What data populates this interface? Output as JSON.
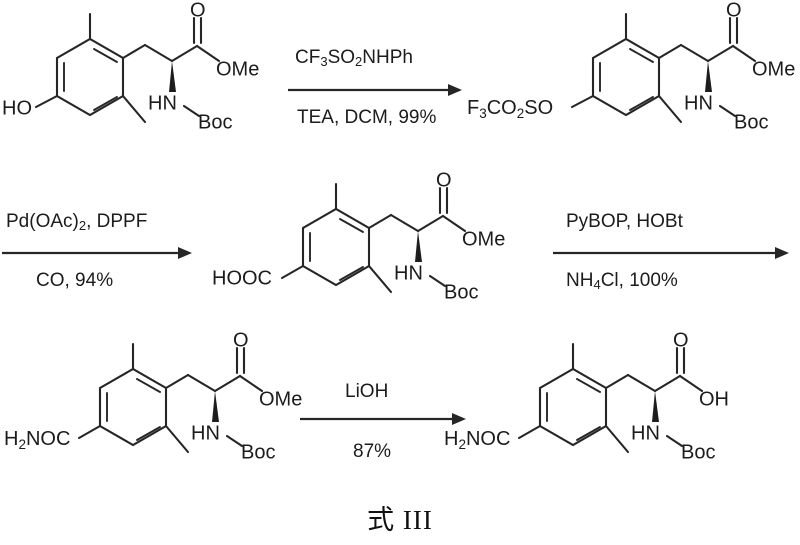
{
  "figure": {
    "kind": "chemical-reaction-scheme",
    "caption": "式 III",
    "background_color": "#ffffff",
    "line_color": "#262626"
  },
  "structures": {
    "s1": {
      "name": "Boc-2,6-dimethyl-tyrosine methyl ester",
      "ring_substituent": "HO",
      "ester": "OMe",
      "carbonyl": "O",
      "amine": "HN",
      "protecting_group": "Boc",
      "methyls": 2
    },
    "s2": {
      "name": "aryl triflate ester",
      "ring_substituent": "F3CO2SO",
      "ring_substituent_parts": [
        "F",
        "3",
        "CO",
        "2",
        "SO"
      ],
      "ester": "OMe",
      "carbonyl": "O",
      "amine": "HN",
      "protecting_group": "Boc",
      "methyls": 2
    },
    "s3": {
      "name": "benzoic acid intermediate",
      "ring_substituent": "HOOC",
      "ester": "OMe",
      "carbonyl": "O",
      "amine": "HN",
      "protecting_group": "Boc",
      "methyls": 2
    },
    "s4": {
      "name": "primary benzamide methyl ester",
      "ring_substituent": "H2NOC",
      "ring_substituent_parts": [
        "H",
        "2",
        "NOC"
      ],
      "ester": "OMe",
      "carbonyl": "O",
      "amine": "HN",
      "protecting_group": "Boc",
      "methyls": 2
    },
    "s5": {
      "name": "final carboxylic acid product",
      "ring_substituent": "H2NOC",
      "ring_substituent_parts": [
        "H",
        "2",
        "NOC"
      ],
      "ester": "OH",
      "carbonyl": "O",
      "amine": "HN",
      "protecting_group": "Boc",
      "methyls": 2
    }
  },
  "reactions": [
    {
      "id": "r1",
      "reagents_above": "CF3SO2NHPh",
      "reagents_above_parts": [
        "CF",
        "3",
        "SO",
        "2",
        "NHPh"
      ],
      "conditions_below": "TEA, DCM, 99%",
      "yield": "99%"
    },
    {
      "id": "r2",
      "reagents_above": "Pd(OAc)2, DPPF",
      "reagents_above_parts": [
        "Pd(OAc)",
        "2",
        ", DPPF"
      ],
      "conditions_below": "CO, 94%",
      "yield": "94%"
    },
    {
      "id": "r3",
      "reagents_above": "PyBOP, HOBt",
      "conditions_below": "NH4Cl, 100%",
      "conditions_below_parts": [
        "NH",
        "4",
        "Cl, 100%"
      ],
      "yield": "100%"
    },
    {
      "id": "r4",
      "reagents_above": "LiOH",
      "conditions_below": "87%",
      "yield": "87%"
    }
  ]
}
